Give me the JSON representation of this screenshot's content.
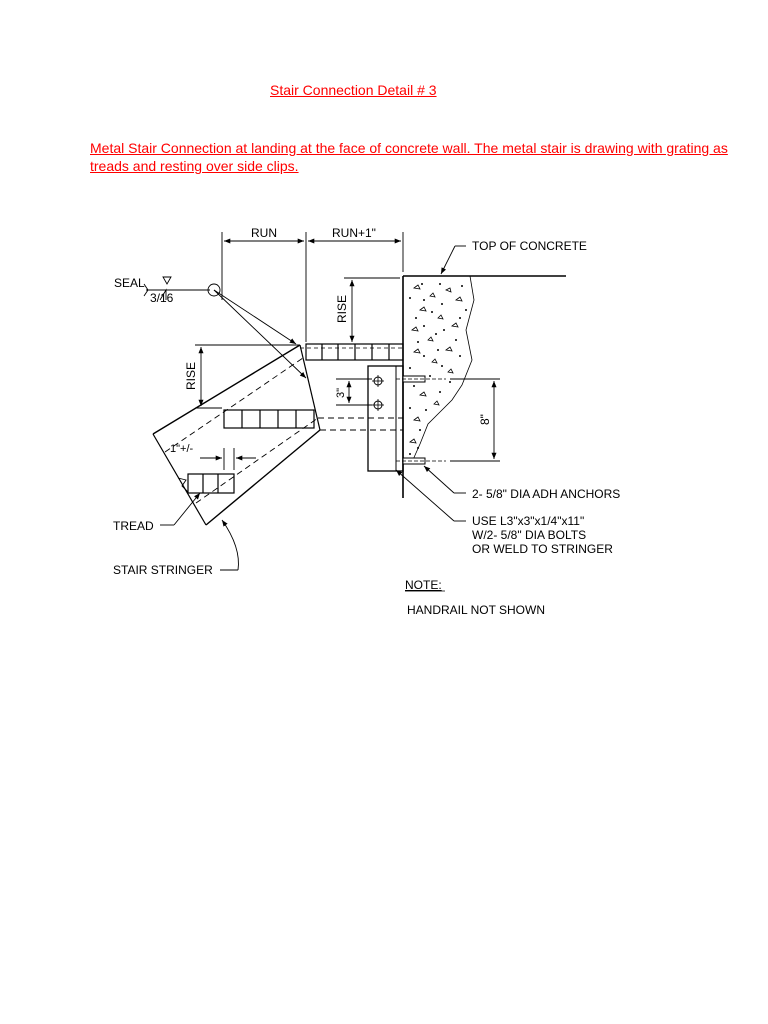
{
  "title": "Stair Connection Detail # 3",
  "description": "Metal Stair Connection at landing at the face of concrete wall. The metal stair is drawing with grating as treads and resting over side clips.",
  "drawing": {
    "labels": {
      "run": "RUN",
      "run_plus": "RUN+1\"",
      "top_of_concrete": "TOP OF CONCRETE",
      "seal": "SEAL",
      "weld_size": "3/16",
      "rise_left": "RISE",
      "rise_top": "RISE",
      "three_in": "3\"",
      "eight_in": "8\"",
      "one_in": "1\"+/-",
      "anchors": "2- 5/8\" DIA ADH ANCHORS",
      "angle_line1": "USE L3\"x3\"x1/4\"x11\"",
      "angle_line2": "W/2- 5/8\" DIA BOLTS",
      "angle_line3": "OR WELD TO STRINGER",
      "tread": "TREAD",
      "stair_stringer": "STAIR STRINGER",
      "note_heading": "NOTE:",
      "note_text": "HANDRAIL NOT SHOWN"
    }
  }
}
